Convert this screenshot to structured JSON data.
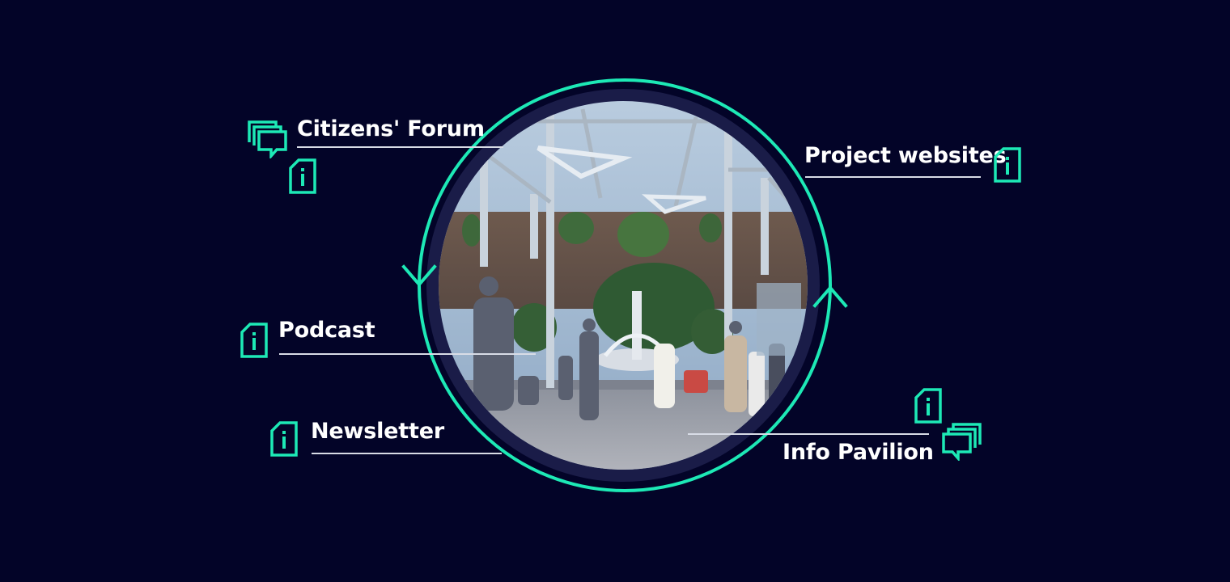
{
  "colors": {
    "background": "#030428",
    "accent": "#1de9b6",
    "ring_inner": "#1a1c48",
    "text": "#ffffff",
    "leader_lines": "#d8dce6"
  },
  "labels": {
    "citizens_forum": "Citizens' Forum",
    "project_websites": "Project websites",
    "podcast": "Podcast",
    "newsletter": "Newsletter",
    "info_pavilion": "Info Pavilion"
  },
  "icons": {
    "chat": "chat-bubbles-icon",
    "info": "info-document-icon",
    "arrow_down": "chevron-down-icon",
    "arrow_up": "chevron-up-icon"
  },
  "photo": {
    "subject": "atrium-with-fountain-photo"
  }
}
